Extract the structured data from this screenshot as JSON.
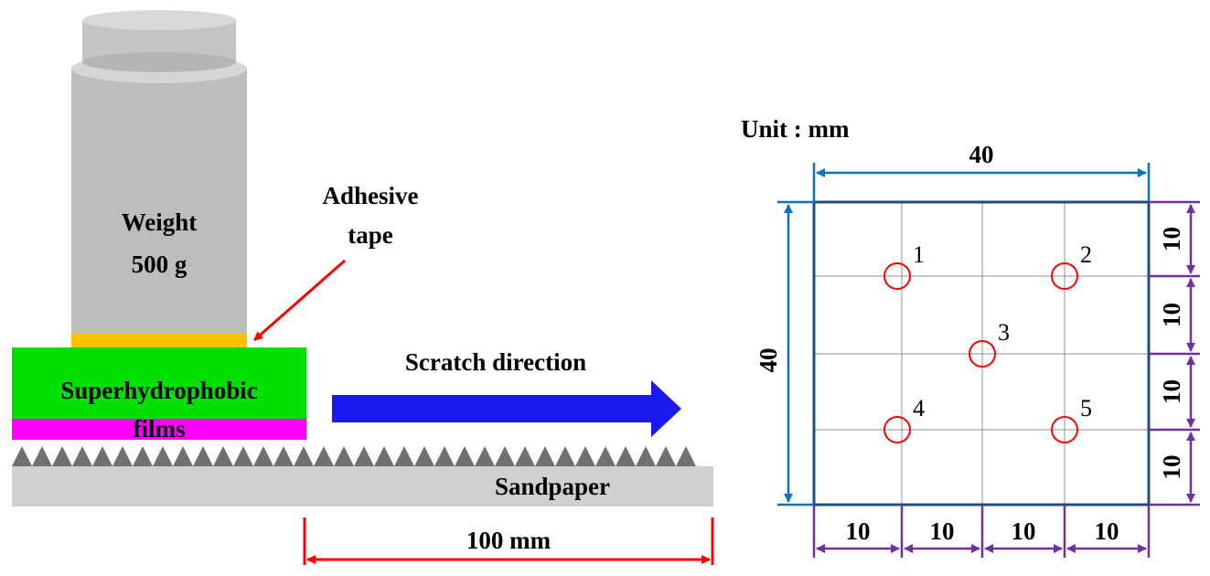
{
  "left_panel": {
    "weight_label_line1": "Weight",
    "weight_label_line2": "500 g",
    "adhesive_label_line1": "Adhesive",
    "adhesive_label_line2": "tape",
    "film_label_line1": "Superhydrophobic",
    "film_label_line2": "films",
    "scratch_label": "Scratch direction",
    "sandpaper_label": "Sandpaper",
    "distance_label": "100 mm",
    "colors": {
      "weight": "#c8c8c8",
      "tape": "#ffc000",
      "film_top": "#00e000",
      "film_bottom": "#ff00ff",
      "arrow": "#1a1aee",
      "red": "#ff0000",
      "sandpaper": "#d0d0d0",
      "teeth": "#707070"
    }
  },
  "right_panel": {
    "unit_label": "Unit : mm",
    "width_label": "40",
    "height_label": "40",
    "bottom_labels": [
      "10",
      "10",
      "10",
      "10"
    ],
    "right_labels": [
      "10",
      "10",
      "10",
      "10"
    ],
    "points": [
      "1",
      "2",
      "3",
      "4",
      "5"
    ],
    "colors": {
      "frame": "#1f4e79",
      "dim_blue": "#1070c0",
      "dim_purple": "#7030a0",
      "grid": "#909090",
      "circle": "#ff0000"
    }
  }
}
